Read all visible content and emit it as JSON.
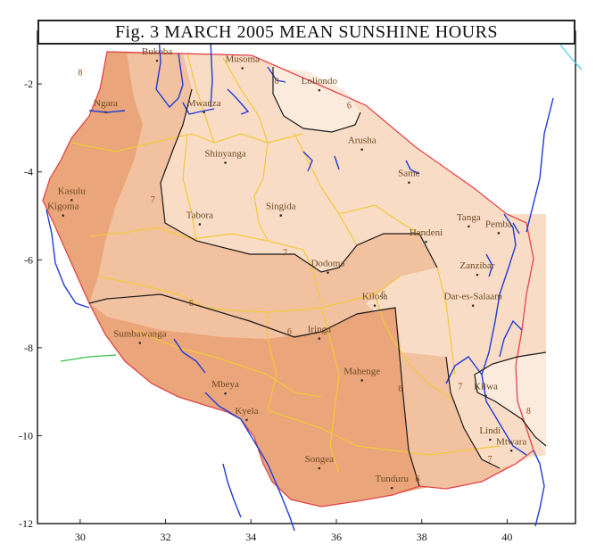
{
  "title": "Fig. 3 MARCH 2005 MEAN SUNSHINE HOURS",
  "x_axis": {
    "ticks": [
      "30",
      "32",
      "34",
      "36",
      "38",
      "40"
    ],
    "range": [
      29,
      41.6
    ]
  },
  "y_axis": {
    "ticks": [
      "-2",
      "-4",
      "-6",
      "-8",
      "-10",
      "-12"
    ],
    "range": [
      -12,
      -0.8
    ]
  },
  "colors": {
    "zone_dark": "#eaa57a",
    "zone_mid": "#f2c1a0",
    "zone_light": "#f8dcc6",
    "zone_lightest": "#fbebdd",
    "border_country": "#e2454a",
    "border_region": "#f2c93a",
    "water": "#1f3bd6",
    "isoline": "#1a1a1a",
    "outline_cyan": "#4fd2e6",
    "outline_green": "#38c24a"
  },
  "places": [
    {
      "name": "Bukoba",
      "lon": 31.8,
      "lat": -1.33
    },
    {
      "name": "Musoma",
      "lon": 33.8,
      "lat": -1.5
    },
    {
      "name": "Mwanza",
      "lon": 32.9,
      "lat": -2.5
    },
    {
      "name": "Ngara",
      "lon": 30.6,
      "lat": -2.5
    },
    {
      "name": "Loliondo",
      "lon": 35.6,
      "lat": -2.0
    },
    {
      "name": "Arusha",
      "lon": 36.6,
      "lat": -3.35
    },
    {
      "name": "Shinyanga",
      "lon": 33.4,
      "lat": -3.65
    },
    {
      "name": "Same",
      "lon": 37.7,
      "lat": -4.1
    },
    {
      "name": "Kasulu",
      "lon": 29.8,
      "lat": -4.5
    },
    {
      "name": "Kigoma",
      "lon": 29.6,
      "lat": -4.85
    },
    {
      "name": "Tabora",
      "lon": 32.8,
      "lat": -5.05
    },
    {
      "name": "Singida",
      "lon": 34.7,
      "lat": -4.85
    },
    {
      "name": "Tanga",
      "lon": 39.1,
      "lat": -5.1
    },
    {
      "name": "Pemba",
      "lon": 39.8,
      "lat": -5.25
    },
    {
      "name": "Handeni",
      "lon": 38.1,
      "lat": -5.45
    },
    {
      "name": "Dodoma",
      "lon": 35.8,
      "lat": -6.15
    },
    {
      "name": "Zanzibar",
      "lon": 39.3,
      "lat": -6.2
    },
    {
      "name": "Kilosa",
      "lon": 36.9,
      "lat": -6.9
    },
    {
      "name": "Dar-es-Salaam",
      "lon": 39.2,
      "lat": -6.9
    },
    {
      "name": "Sumbawanga",
      "lon": 31.4,
      "lat": -7.75
    },
    {
      "name": "Iringa",
      "lon": 35.6,
      "lat": -7.65
    },
    {
      "name": "Mahenge",
      "lon": 36.6,
      "lat": -8.6
    },
    {
      "name": "Kilwa",
      "lon": 39.5,
      "lat": -8.95
    },
    {
      "name": "Mbeya",
      "lon": 33.4,
      "lat": -8.9
    },
    {
      "name": "Kyela",
      "lon": 33.9,
      "lat": -9.5
    },
    {
      "name": "Lindi",
      "lon": 39.6,
      "lat": -9.95
    },
    {
      "name": "Mtwara",
      "lon": 40.1,
      "lat": -10.2
    },
    {
      "name": "Songea",
      "lon": 35.6,
      "lat": -10.6
    },
    {
      "name": "Tunduru",
      "lon": 37.3,
      "lat": -11.05
    }
  ],
  "isoline_labels": [
    {
      "text": "8",
      "lon": 30.0,
      "lat": -1.8
    },
    {
      "text": "8",
      "lon": 34.6,
      "lat": -2.0
    },
    {
      "text": "6",
      "lon": 36.3,
      "lat": -2.55
    },
    {
      "text": "7",
      "lon": 31.7,
      "lat": -4.7
    },
    {
      "text": "7",
      "lon": 34.8,
      "lat": -5.9
    },
    {
      "text": "6",
      "lon": 32.6,
      "lat": -7.05
    },
    {
      "text": "6",
      "lon": 34.9,
      "lat": -7.7
    },
    {
      "text": "6",
      "lon": 37.1,
      "lat": -6.85
    },
    {
      "text": "6",
      "lon": 37.5,
      "lat": -9.0
    },
    {
      "text": "6",
      "lon": 37.9,
      "lat": -11.05
    },
    {
      "text": "7",
      "lon": 38.9,
      "lat": -8.95
    },
    {
      "text": "7",
      "lon": 39.6,
      "lat": -10.6
    },
    {
      "text": "8",
      "lon": 40.5,
      "lat": -9.5
    }
  ]
}
